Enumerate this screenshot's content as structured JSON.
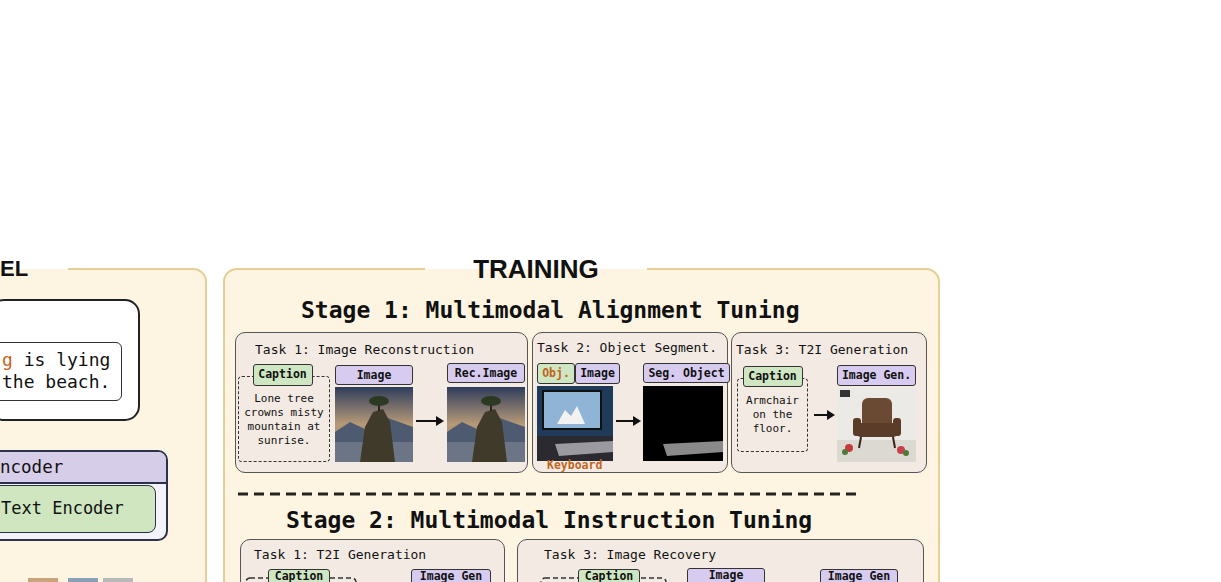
{
  "diagram": {
    "nodes": [
      {
        "text": [
          "EL"
        ]
      },
      {
        "text": [
          "g",
          "is lying the beach."
        ],
        "in": 0
      },
      {
        "text": [
          "ncoder"
        ],
        "in": 0
      },
      {
        "text": [
          "Text Encoder"
        ],
        "in": 2
      },
      {
        "text": [
          "TRAINING"
        ]
      },
      {
        "text": [
          "Task 1: Image Reconstruction"
        ],
        "in": 4
      },
      {
        "text": [
          "Lone tree crowns misty mountain at sunrise."
        ],
        "in": 5
      },
      {
        "text": [
          "Caption"
        ],
        "in": 6
      },
      {
        "text": [
          "Image"
        ],
        "in": 5
      },
      {
        "text": [
          "Rec.Image"
        ],
        "in": 5
      },
      {
        "text": [
          "Task 2: Object Segment."
        ],
        "in": 4
      },
      {
        "text": [
          "Obj."
        ],
        "in": 10
      },
      {
        "text": [
          "Image"
        ],
        "in": 10
      },
      {
        "text": [
          "Seg. Object"
        ],
        "in": 10
      },
      {
        "text": [
          "Task 3: T2I Generation"
        ],
        "in": 4
      },
      {
        "text": [
          "Armchair on the floor."
        ],
        "in": 14
      },
      {
        "text": [
          "Caption"
        ],
        "in": 15
      },
      {
        "text": [
          "Image Gen."
        ],
        "in": 14
      },
      {
        "text": [
          "Task 1: T2I Generation"
        ],
        "in": 4
      },
      {
        "text": [
          "Caption"
        ],
        "in": 18
      },
      {
        "text": [
          "Image Gen"
        ],
        "in": 18
      },
      {
        "text": [
          "Task 3: Image Recovery"
        ],
        "in": 4
      },
      {
        "text": [
          "Caption"
        ],
        "in": 21
      },
      {
        "text": [
          "Image"
        ],
        "in": 21
      },
      {
        "text": [
          "Image Gen"
        ],
        "in": 21
      }
    ],
    "labels": [
      "Stage 1: Multimodal Alignment Tuning",
      "Stage 2: Multimodal Instruction Tuning",
      "Keyboard"
    ]
  }
}
